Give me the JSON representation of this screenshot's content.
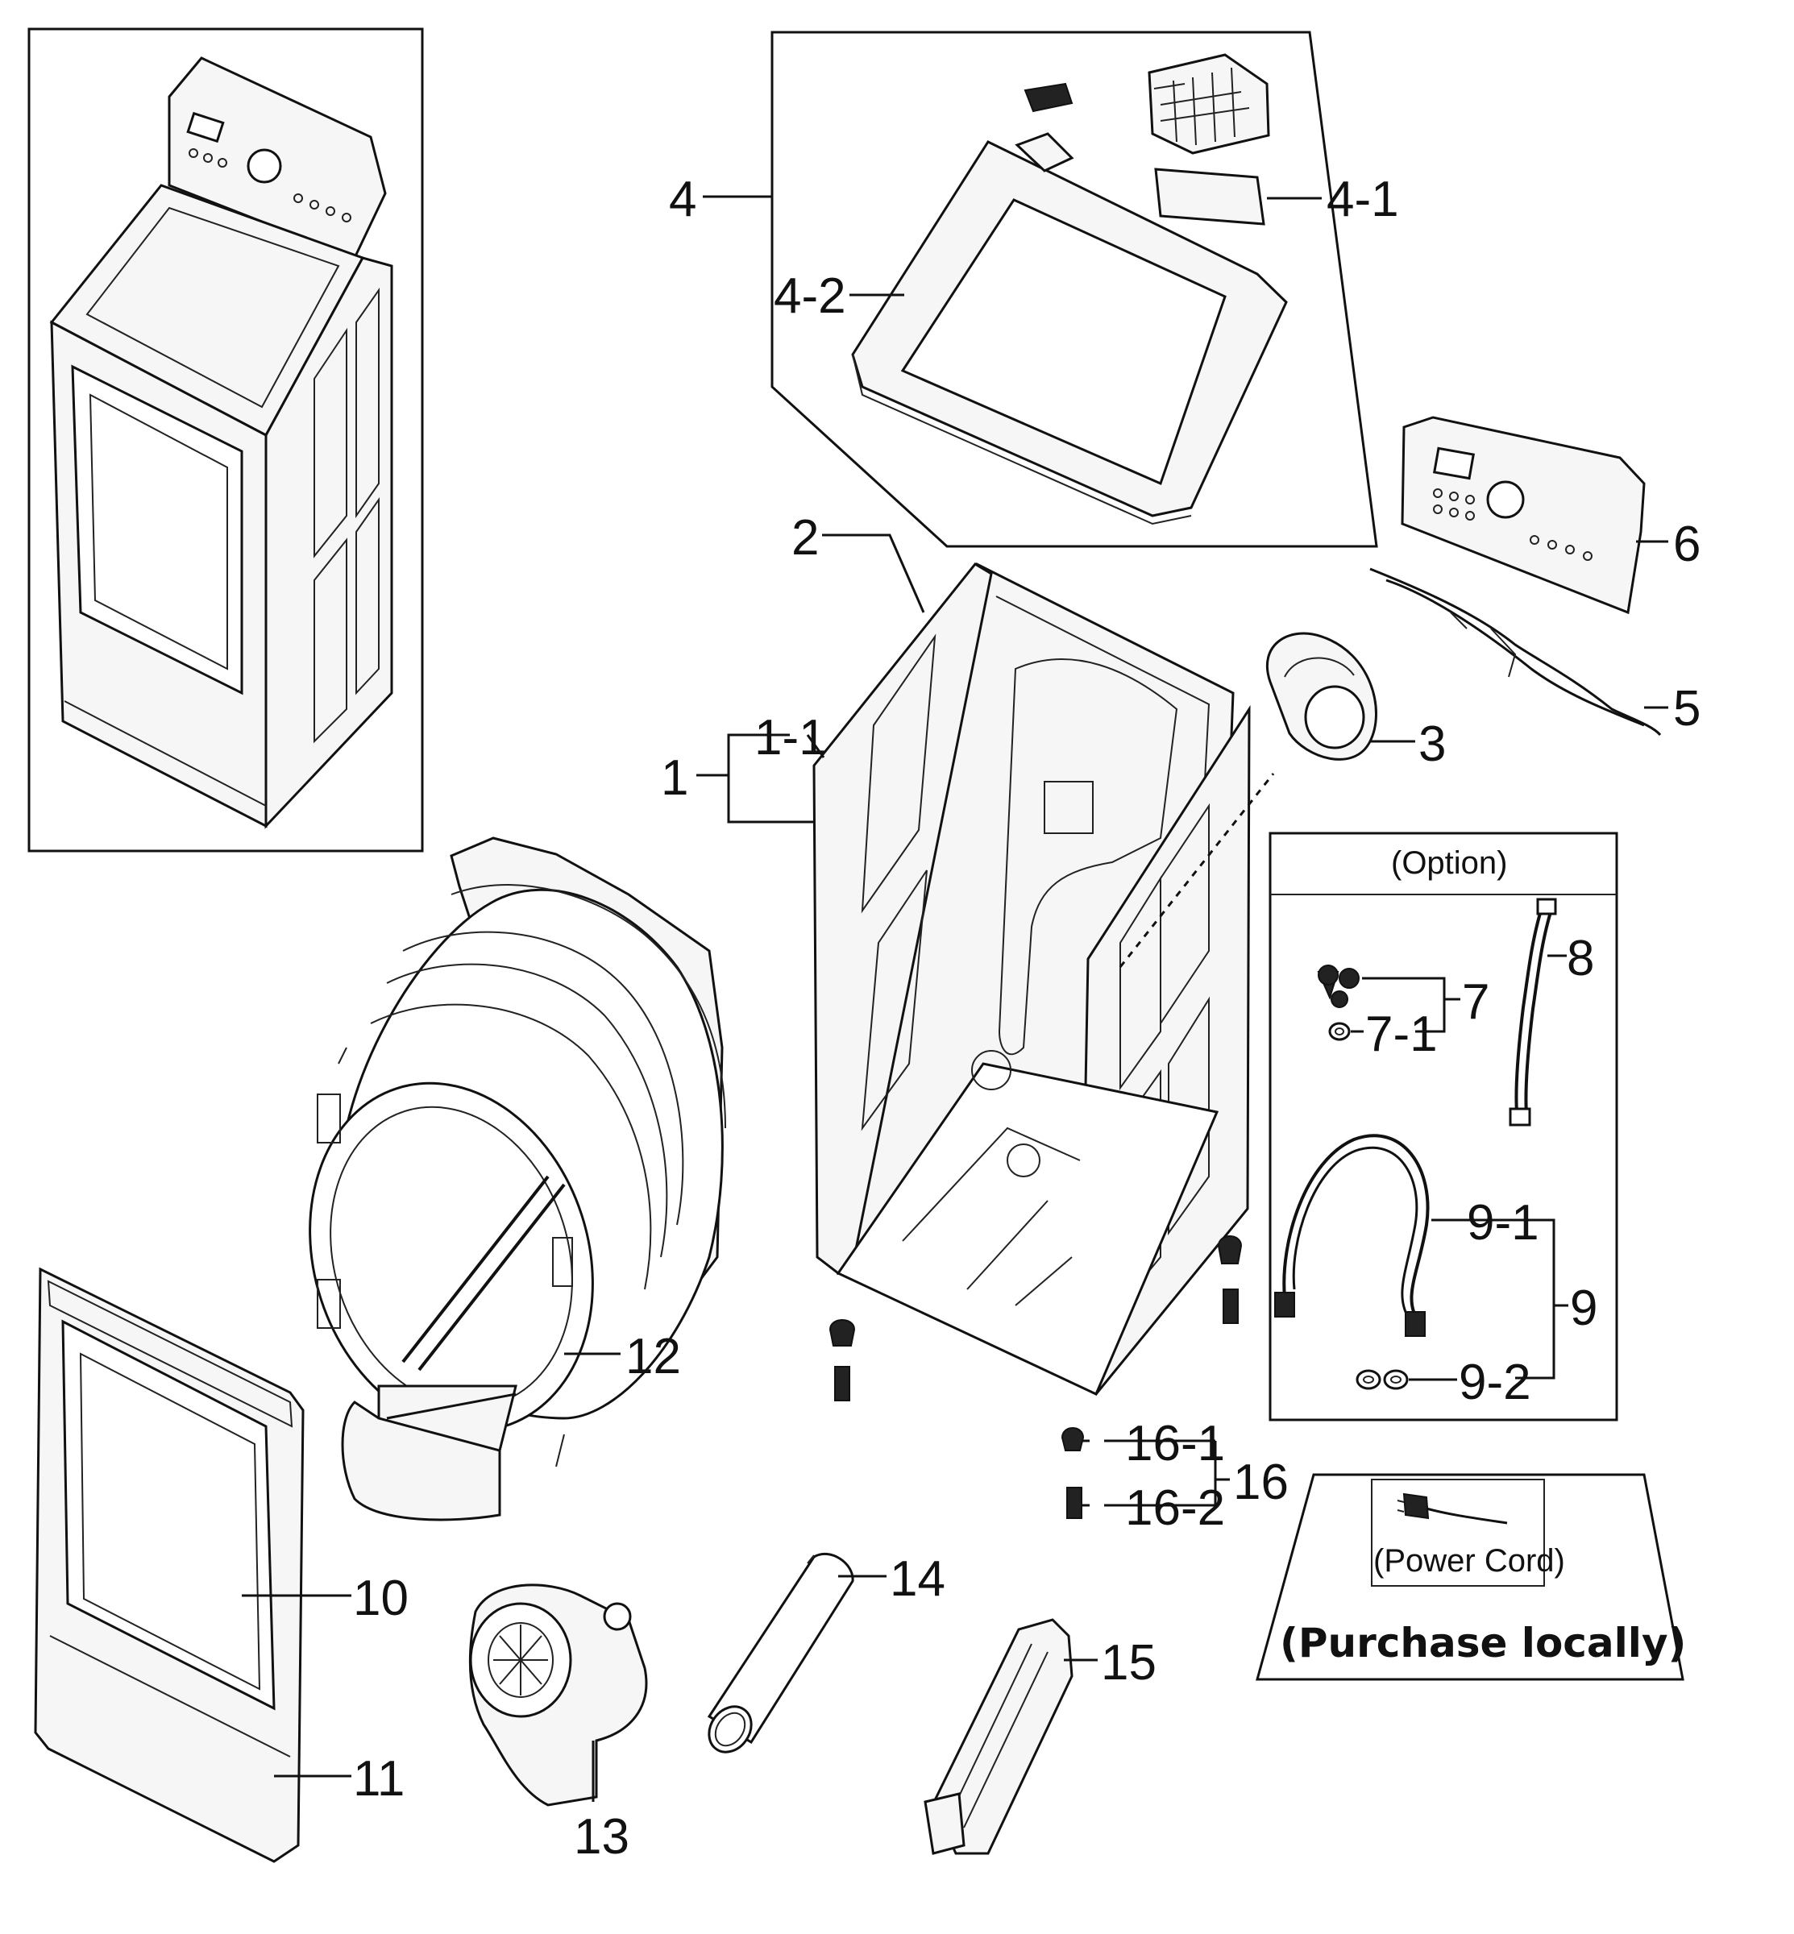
{
  "callouts": {
    "c1": "1",
    "c1_1": "1-1",
    "c2": "2",
    "c3": "3",
    "c4": "4",
    "c4_1": "4-1",
    "c4_2": "4-2",
    "c5": "5",
    "c6": "6",
    "c7": "7",
    "c7_1": "7-1",
    "c8": "8",
    "c9": "9",
    "c9_1": "9-1",
    "c9_2": "9-2",
    "c10": "10",
    "c11": "11",
    "c12": "12",
    "c13": "13",
    "c14": "14",
    "c15": "15",
    "c16": "16",
    "c16_1": "16-1",
    "c16_2": "16-2"
  },
  "option_box": {
    "title": "(Option)"
  },
  "power_cord": {
    "label": "(Power Cord)",
    "note": "(Purchase locally)"
  }
}
